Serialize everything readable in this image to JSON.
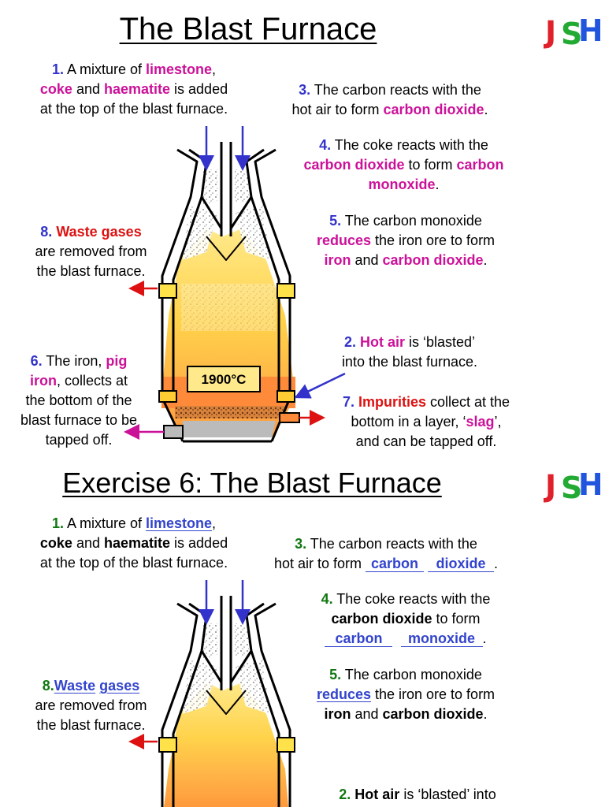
{
  "colors": {
    "num_blue": "#3333cc",
    "num_green": "#117711",
    "magenta": "#cc1199",
    "red": "#dd1111",
    "answer_blue": "#3344cc"
  },
  "logo": {
    "text": "JSH",
    "colors": [
      "#e0202a",
      "#22aa33",
      "#2255dd"
    ]
  },
  "sheet1": {
    "title": "The Blast Furnace",
    "s1": {
      "n": "1.",
      "a": " A mixture of ",
      "k1": "limestone",
      "b": ",",
      "k2": "coke",
      "c": " and ",
      "k3": "haematite",
      "d": " is added",
      "e": "at the top of the blast furnace."
    },
    "s3": {
      "n": "3.",
      "a": " The carbon reacts with the",
      "b": "hot air to form ",
      "k": "carbon dioxide",
      "c": "."
    },
    "s4": {
      "n": "4.",
      "a": " The coke reacts with the",
      "k1": "carbon dioxide",
      "b": " to form ",
      "k2": "carbon",
      "k3": "monoxide",
      "c": "."
    },
    "s5": {
      "n": "5.",
      "a": " The carbon monoxide",
      "k1": "reduces",
      "b": " the iron ore to form",
      "k2": "iron",
      "c": " and ",
      "k3": "carbon dioxide",
      "d": "."
    },
    "s8": {
      "n": "8.",
      "k": "Waste gases",
      "a": "are removed from",
      "b": "the blast furnace."
    },
    "s2": {
      "n": "2.",
      "k": "Hot air",
      "a": " is ‘blasted’",
      "b": "into the blast furnace."
    },
    "s6": {
      "n": "6.",
      "a": " The iron, ",
      "k1": "pig",
      "k2": "iron",
      "b": ", collects at",
      "c": "the bottom of the",
      "d": "blast furnace to be",
      "e": "tapped off."
    },
    "s7": {
      "n": "7.",
      "k1": "Impurities",
      "a": " collect at the",
      "b": "bottom in a layer, ‘",
      "k2": "slag",
      "c": "’,",
      "d": "and can be tapped off."
    },
    "temperature": "1900°C"
  },
  "sheet2": {
    "title": "Exercise 6: The Blast Furnace",
    "s1": {
      "n": "1.",
      "a": " A mixture of ",
      "ans": "limestone",
      "b": ",",
      "k2": "coke",
      "c": " and ",
      "k3": "haematite",
      "d": " is added",
      "e": "at the top of the blast furnace."
    },
    "s3": {
      "n": "3.",
      "a": " The carbon reacts with the",
      "b": "hot air to form",
      "ans1": "carbon",
      "ans2": "dioxide",
      "c": "."
    },
    "s4": {
      "n": "4.",
      "a": " The coke reacts with the",
      "k": "carbon dioxide",
      "b": " to form",
      "ans1": "carbon",
      "ans2": "monoxide",
      "c": "."
    },
    "s5": {
      "n": "5.",
      "a": " The carbon monoxide",
      "ans": "reduces",
      "b": " the iron ore to form",
      "k2": "iron",
      "c": " and ",
      "k3": "carbon dioxide",
      "d": "."
    },
    "s8": {
      "n": "8.",
      "ans1": "Waste",
      "ans2": "gases",
      "a": "are removed from",
      "b": "the blast furnace."
    },
    "s2": {
      "n": "2.",
      "k": "Hot air",
      "a": " is ‘blasted’ into"
    }
  }
}
